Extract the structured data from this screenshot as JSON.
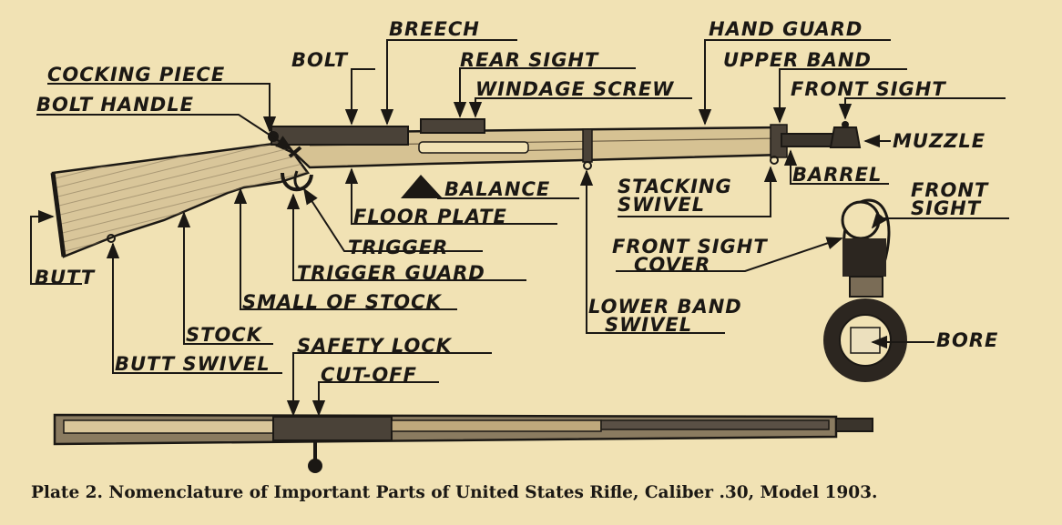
{
  "labels": {
    "breech": "BREECH",
    "hand_guard": "HAND GUARD",
    "bolt": "BOLT",
    "rear_sight": "REAR SIGHT",
    "upper_band": "UPPER BAND",
    "cocking_piece": "COCKING PIECE",
    "windage_screw": "WINDAGE SCREW",
    "front_sight": "FRONT SIGHT",
    "bolt_handle": "BOLT HANDLE",
    "muzzle": "MUZZLE",
    "barrel": "BARREL",
    "balance": "BALANCE",
    "stacking_swivel": [
      "STACKING",
      "SWIVEL"
    ],
    "front_sight_detail": [
      "FRONT",
      "SIGHT"
    ],
    "floor_plate": "FLOOR PLATE",
    "front_sight_cover": [
      "FRONT SIGHT",
      "COVER"
    ],
    "trigger": "TRIGGER",
    "butt": "BUTT",
    "trigger_guard": "TRIGGER GUARD",
    "small_of_stock": "SMALL OF STOCK",
    "lower_band_swivel": [
      "LOWER BAND",
      "SWIVEL"
    ],
    "stock": "STOCK",
    "bore": "BORE",
    "butt_swivel": "BUTT SWIVEL",
    "safety_lock": "SAFETY LOCK",
    "cut_off": "CUT-OFF"
  },
  "caption": "Plate 2.  Nomenclature of Important Parts of United States Rifle, Caliber .30, Model 1903.",
  "colors": {
    "paper": "#f1e2b4",
    "ink": "#1b1814",
    "wood": "#d9c69a",
    "metal": "#3a342c"
  }
}
